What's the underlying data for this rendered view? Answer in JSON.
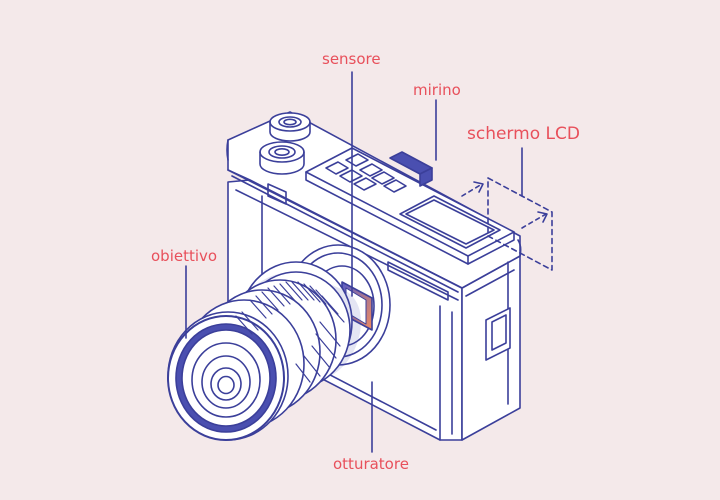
{
  "diagram": {
    "labels": {
      "sensor": "sensore",
      "viewfinder": "mirino",
      "lcd": "schermo LCD",
      "lens": "obiettivo",
      "shutter": "otturatore"
    },
    "colors": {
      "background": "#f4e9ea",
      "body_fill": "#ffffff",
      "line": "#3b3f9a",
      "accent_fill": "#4a4fb0",
      "label_text": "#e8505b",
      "sensor_gradient": [
        "#5a5fc8",
        "#f08a5d"
      ]
    }
  }
}
